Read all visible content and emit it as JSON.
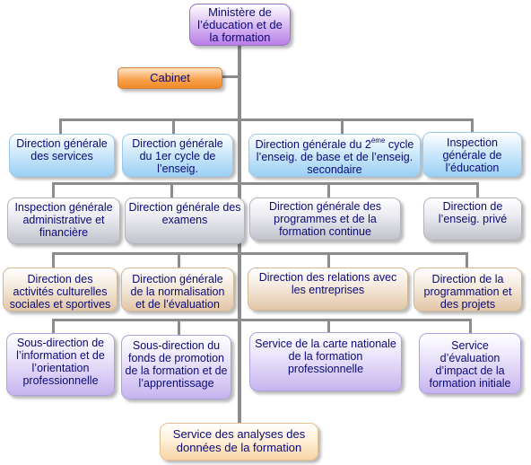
{
  "chart": {
    "ministry": "Ministère de l’éducation et de la formation",
    "cabinet": "Cabinet",
    "rows": [
      [
        {
          "text": "Direction générale des services"
        },
        {
          "text": "Direction générale du 1er cycle de l’enseig."
        },
        {
          "text_before": "Direction générale du 2",
          "sup": "ème",
          "text_after": " cycle l’enseig. de base et de l’enseig. secondaire"
        },
        {
          "text": "Inspection générale de l’éducation"
        }
      ],
      [
        {
          "text": "Inspection générale administrative et financière"
        },
        {
          "text": "Direction générale des examens"
        },
        {
          "text": "Direction générale des programmes et de la formation continue"
        },
        {
          "text": "Direction de l’enseig. privé"
        }
      ],
      [
        {
          "text": "Direction des activités culturelles sociales et sportives"
        },
        {
          "text": "Direction générale de la normalisation et de l’évaluation"
        },
        {
          "text": "Direction des relations avec les entreprises"
        },
        {
          "text": "Direction de la programmation et des projets"
        }
      ],
      [
        {
          "text": "Sous-direction de l’information et de l’orientation professionnelle"
        },
        {
          "text": "Sous-direction du fonds de promotion de la formation et de l’apprentissage"
        },
        {
          "text": "Service de la carte nationale de la formation professionnelle"
        },
        {
          "text": "Service d’évaluation d’impact de la formation initiale"
        }
      ]
    ],
    "bottom": "Service des analyses des données de la formation"
  }
}
